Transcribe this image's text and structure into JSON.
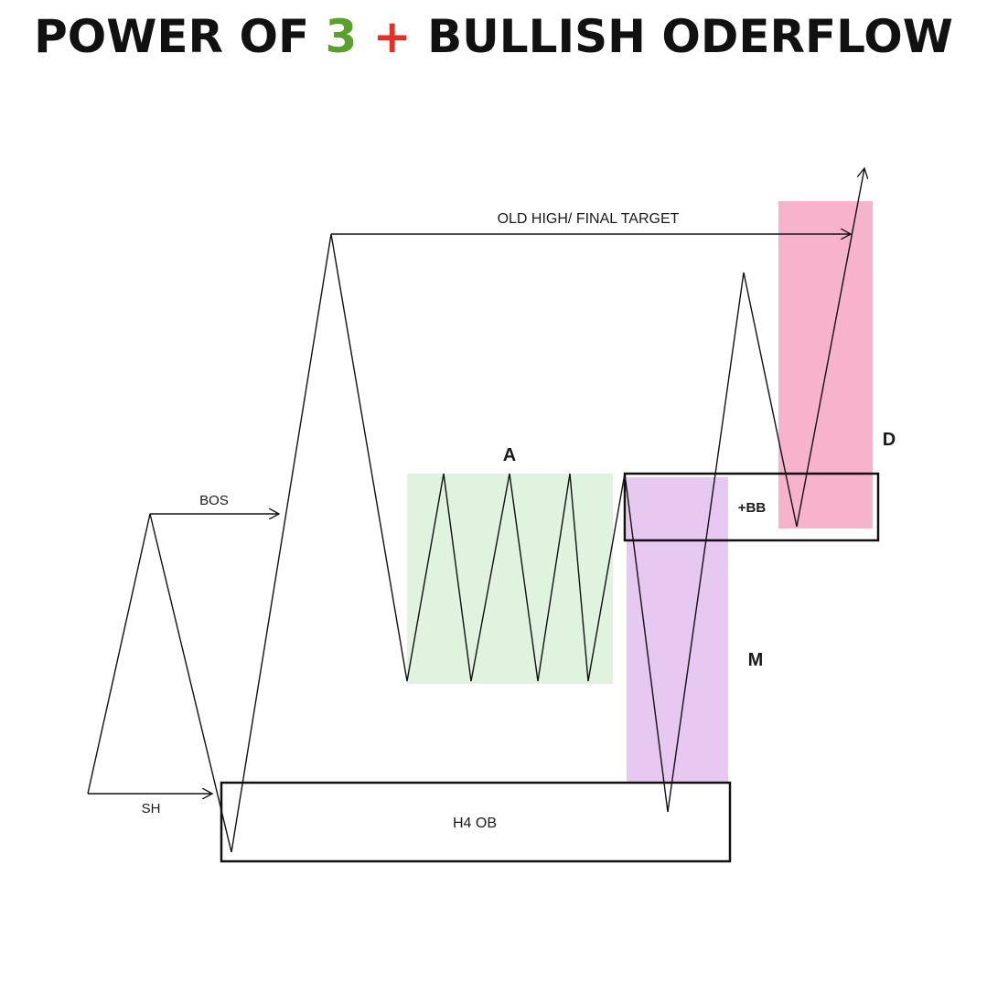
{
  "title": {
    "part1": "POWER OF ",
    "number": "3",
    "plus": "+",
    "part2": "BULLISH ODERFLOW",
    "text_color": "#111111",
    "number_color": "#5aa02c",
    "plus_color": "#e0312b"
  },
  "labels": {
    "old_high": "OLD HIGH/ FINAL TARGET",
    "bos": "BOS",
    "sh": "SH",
    "h4_ob": "H4 OB",
    "a": "A",
    "m": "M",
    "d": "D",
    "bb": "+BB"
  },
  "zones": {
    "accumulation_color": "#dff3df",
    "manipulation_color": "#e6c8f0",
    "distribution_color": "#f7b3cb"
  }
}
